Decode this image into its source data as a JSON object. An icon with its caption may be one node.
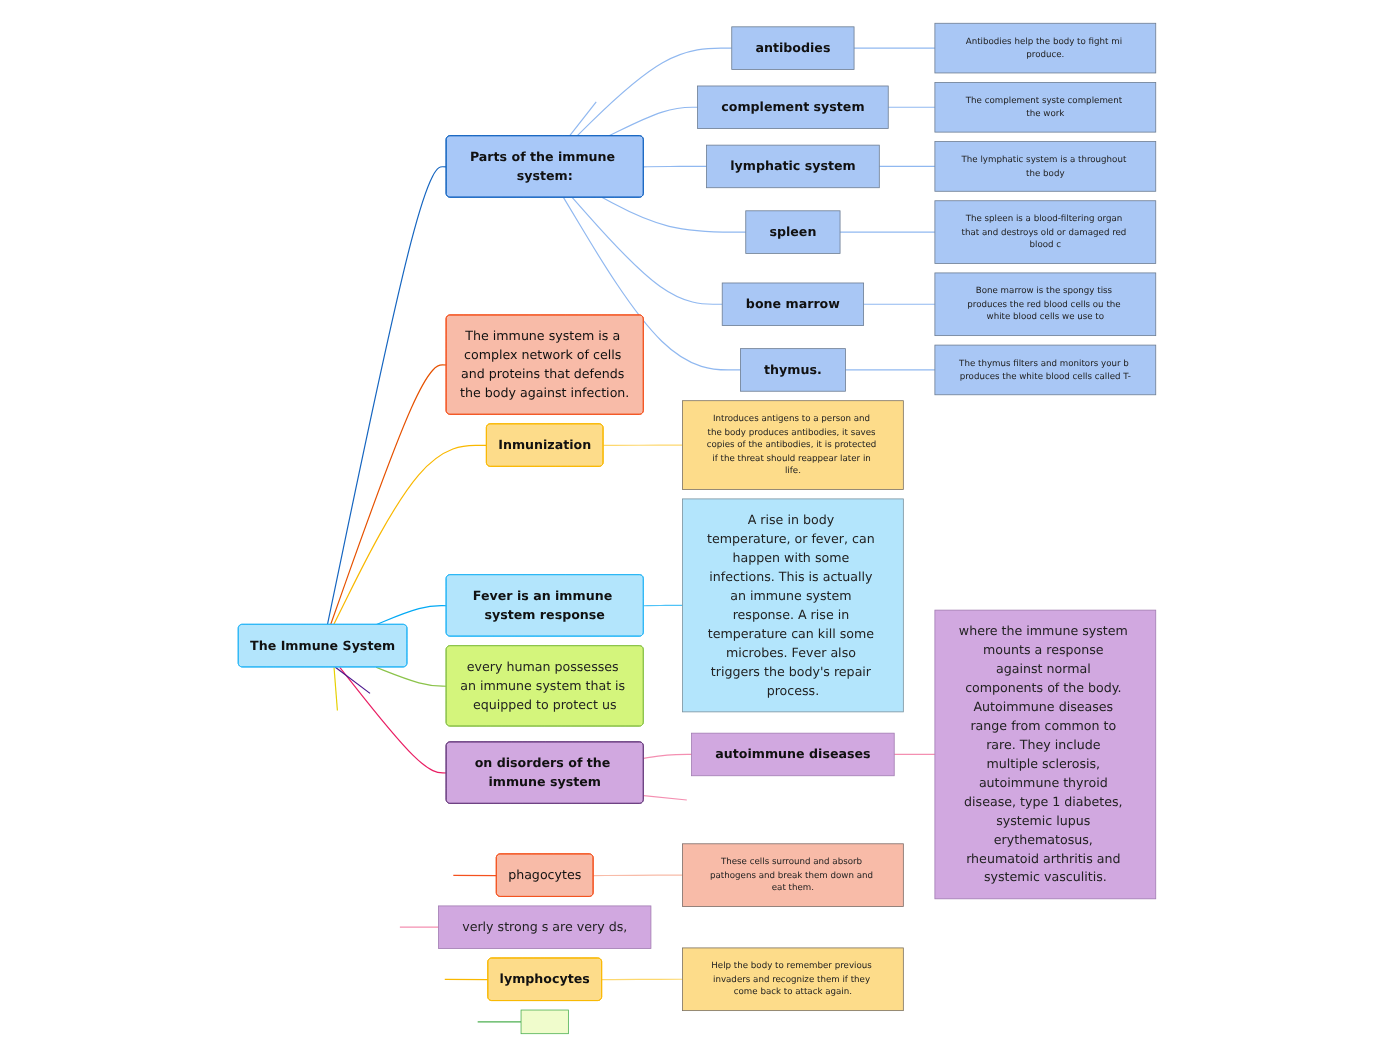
{
  "diagram": {
    "nodes": [
      {
        "text": [
          "The Immune System"
        ]
      },
      {
        "text": [
          "Parts of the immune system:"
        ]
      },
      {
        "text": [
          "antibodies"
        ]
      },
      {
        "text": [
          "Antibodies help the body to fight mi produce."
        ]
      },
      {
        "text": [
          "complement system"
        ]
      },
      {
        "text": [
          "The complement syste complement the work"
        ]
      },
      {
        "text": [
          "lymphatic system"
        ]
      },
      {
        "text": [
          "The lymphatic system is a throughout the body"
        ]
      },
      {
        "text": [
          "spleen"
        ]
      },
      {
        "text": [
          "The spleen is a blood-filtering organ that and destroys old or damaged red blood c"
        ]
      },
      {
        "text": [
          "bone marrow"
        ]
      },
      {
        "text": [
          "Bone marrow is the spongy tiss produces the red blood cells ou the white blood cells we use to"
        ]
      },
      {
        "text": [
          "thymus."
        ]
      },
      {
        "text": [
          "The thymus filters and monitors your b produces the white blood cells called T-"
        ]
      },
      {
        "text": [
          "The immune system is a complex network of cells and proteins that defends the body against infection."
        ]
      },
      {
        "text": [
          "Inmunization"
        ]
      },
      {
        "text": [
          "Introduces antigens to a person and the body produces antibodies, it saves copies of the antibodies, it is protected if the threat should reappear later in life."
        ]
      },
      {
        "text": [
          "Fever is an immune system response"
        ]
      },
      {
        "text": [
          "A rise in body temperature, or fever, can happen with some infections. This is actually an immune system response. A rise in temperature can kill some microbes. Fever also triggers the body's repair process."
        ]
      },
      {
        "text": [
          "every human possesses an immune system that is equipped to protect us"
        ]
      },
      {
        "text": [
          "on disorders of the immune system"
        ]
      },
      {
        "text": [
          "autoimmune diseases"
        ]
      },
      {
        "text": [
          "where the immune system mounts a response against normal components of the body. Autoimmune diseases range from common to rare. They include multiple sclerosis, autoimmune thyroid disease, type 1 diabetes, systemic lupus erythematosus, rheumatoid arthritis and systemic vasculitis."
        ]
      },
      {
        "text": [
          "verly strong s are very ds,"
        ]
      },
      {
        "text": [
          "phagocytes"
        ]
      },
      {
        "text": [
          "These cells surround and absorb pathogens and break them down and eat them."
        ]
      },
      {
        "text": [
          "lymphocytes"
        ]
      },
      {
        "text": [
          "Help the body to remember previous invaders and recognize them if they come back to attack again."
        ]
      },
      {
        "text": [],
        "shape": "box"
      }
    ],
    "edges": [
      {
        "from": 0,
        "to": 1,
        "arrow": "none",
        "color": "#1565c0"
      },
      {
        "from": 1,
        "to": null,
        "arrow": "none",
        "color": "#90b8f0"
      },
      {
        "from": 1,
        "to": 2,
        "arrow": "none",
        "color": "#90b8f0"
      },
      {
        "from": 2,
        "to": 3,
        "arrow": "none",
        "color": "#90b8f0"
      },
      {
        "from": 1,
        "to": 4,
        "arrow": "none",
        "color": "#90b8f0"
      },
      {
        "from": 4,
        "to": 5,
        "arrow": "none",
        "color": "#90b8f0"
      },
      {
        "from": 1,
        "to": 6,
        "arrow": "none",
        "color": "#90b8f0"
      },
      {
        "from": 6,
        "to": 7,
        "arrow": "none",
        "color": "#90b8f0"
      },
      {
        "from": 1,
        "to": 8,
        "arrow": "none",
        "color": "#90b8f0"
      },
      {
        "from": 8,
        "to": 9,
        "arrow": "none",
        "color": "#90b8f0"
      },
      {
        "from": 1,
        "to": 10,
        "arrow": "none",
        "color": "#90b8f0"
      },
      {
        "from": 10,
        "to": 11,
        "arrow": "none",
        "color": "#90b8f0"
      },
      {
        "from": 1,
        "to": 12,
        "arrow": "none",
        "color": "#90b8f0"
      },
      {
        "from": 12,
        "to": 13,
        "arrow": "none",
        "color": "#90b8f0"
      },
      {
        "from": 0,
        "to": 14,
        "arrow": "none",
        "color": "#e65100"
      },
      {
        "from": 0,
        "to": 15,
        "arrow": "none",
        "color": "#f9b800"
      },
      {
        "from": 15,
        "to": 16,
        "arrow": "none",
        "color": "#fdd86e"
      },
      {
        "from": 0,
        "to": 17,
        "arrow": "none",
        "color": "#03a9f4"
      },
      {
        "from": 17,
        "to": 18,
        "arrow": "none",
        "color": "#4fc3f7"
      },
      {
        "from": 0,
        "to": 19,
        "arrow": "none",
        "color": "#8bc34a"
      },
      {
        "from": 0,
        "to": 20,
        "arrow": "none",
        "color": "#e91e63"
      },
      {
        "from": 20,
        "to": 21,
        "arrow": "none",
        "color": "#f48fb1"
      },
      {
        "from": 21,
        "to": 22,
        "arrow": "none",
        "color": "#f48fb1"
      },
      {
        "from": 20,
        "to": null,
        "arrow": "none",
        "color": "#f48fb1"
      },
      {
        "from": null,
        "to": 23,
        "arrow": "none",
        "color": "#f48fb1"
      },
      {
        "from": 0,
        "to": null,
        "arrow": "none",
        "color": "#4a148c"
      },
      {
        "from": 0,
        "to": null,
        "arrow": "none",
        "color": "#e6d000"
      },
      {
        "from": null,
        "to": 24,
        "arrow": "none",
        "color": "#f4511e"
      },
      {
        "from": 24,
        "to": 25,
        "arrow": "none",
        "color": "#f8bba8"
      },
      {
        "from": null,
        "to": 26,
        "arrow": "none",
        "color": "#f9b800"
      },
      {
        "from": 26,
        "to": 27,
        "arrow": "none",
        "color": "#fdd86e"
      },
      {
        "from": null,
        "to": 28,
        "arrow": "none",
        "color": "#4caf50"
      }
    ]
  }
}
